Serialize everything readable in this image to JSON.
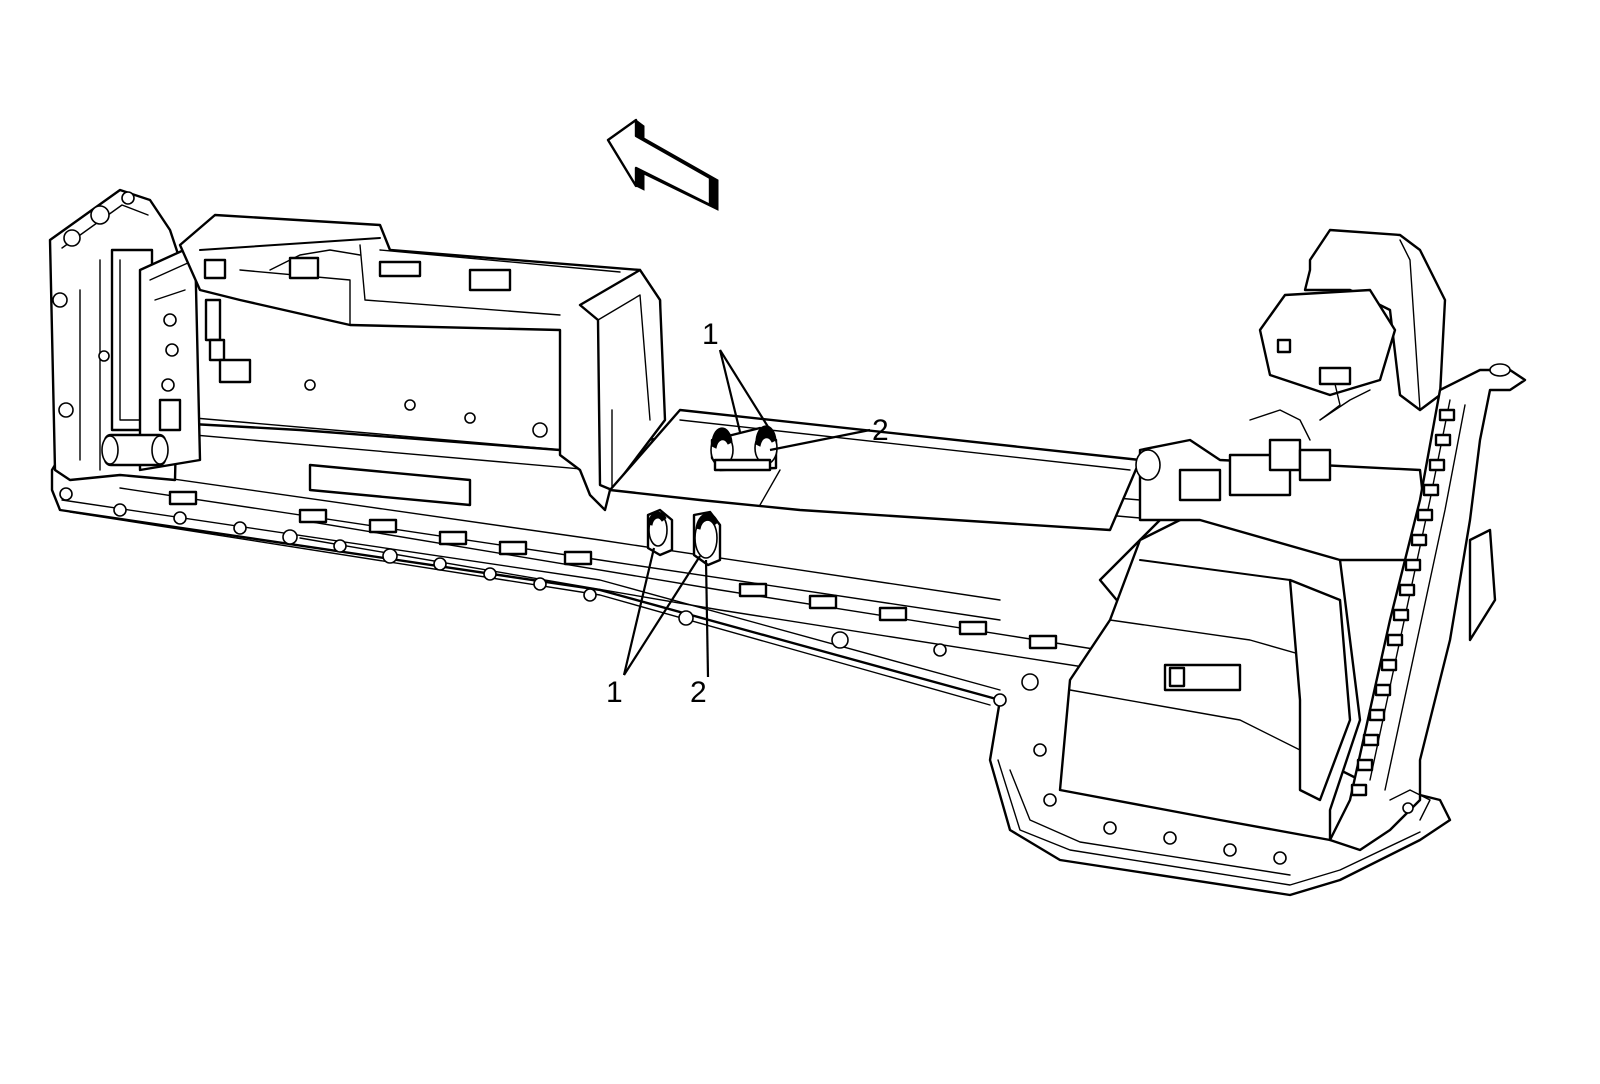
{
  "callouts": {
    "upper_1": "1",
    "upper_2": "2",
    "lower_1": "1",
    "lower_2": "2"
  },
  "icons": {
    "direction": "forward-arrow-icon"
  }
}
